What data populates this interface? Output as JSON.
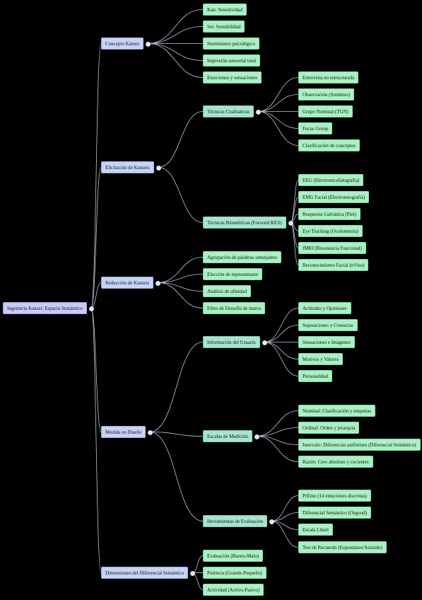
{
  "mindmap": {
    "root": {
      "label": "Ingeniería Kansei: Espacio Semántico",
      "children": [
        {
          "label": "Concepto Kansei",
          "children": [
            {
              "label": "Kan: Sensitividad"
            },
            {
              "label": "Sei: Sensibilidad"
            },
            {
              "label": "Sentimiento psicológico"
            },
            {
              "label": "Impresión sensorial total"
            },
            {
              "label": "Emociones y sensaciones"
            }
          ]
        },
        {
          "label": "Elicitación de Kanseis",
          "children": [
            {
              "label": "Técnicas Cualitativas",
              "children": [
                {
                  "label": "Entrevista no estructurada"
                },
                {
                  "label": "Observación (Sombreo)"
                },
                {
                  "label": "Grupo Nominal (TGN)"
                },
                {
                  "label": "Focus Group"
                },
                {
                  "label": "Clasificación de conceptos"
                }
              ]
            },
            {
              "label": "Técnicas Biométricas (Forward KES)",
              "children": [
                {
                  "label": "EEG (Electroencefalografía)"
                },
                {
                  "label": "EMG Facial (Electromiografía)"
                },
                {
                  "label": "Respuesta Galvánica (Piel)"
                },
                {
                  "label": "Eye Tracking (Oculometría)"
                },
                {
                  "label": "fMRI (Resonancia Funcional)"
                },
                {
                  "label": "Reconocimiento Facial (nViso)"
                }
              ]
            }
          ]
        },
        {
          "label": "Reducción de Kanseis",
          "children": [
            {
              "label": "Agrupación de palabras semejantes"
            },
            {
              "label": "Elección de representante"
            },
            {
              "label": "Análisis de afinidad"
            },
            {
              "label": "Filtro de filosofía de marca"
            }
          ]
        },
        {
          "label": "Medida en Diseño",
          "children": [
            {
              "label": "Información del Usuario",
              "children": [
                {
                  "label": "Actitudes y Opiniones"
                },
                {
                  "label": "Suposiciones y Creencias"
                },
                {
                  "label": "Sensaciones e Imágenes"
                },
                {
                  "label": "Motivos y Valores"
                },
                {
                  "label": "Personalidad"
                }
              ]
            },
            {
              "label": "Escalas de Medición",
              "children": [
                {
                  "label": "Nominal: Clasificación y etiquetas"
                },
                {
                  "label": "Ordinal: Orden y jerarquía"
                },
                {
                  "label": "Intervalo: Diferencias uniformes (Diferencial Semántico)"
                },
                {
                  "label": "Razón: Cero absoluto y cocientes"
                }
              ]
            },
            {
              "label": "Herramientas de Evaluación",
              "children": [
                {
                  "label": "PrEmo (14 emociones discretas)"
                },
                {
                  "label": "Diferencial Semántico (Osgood)"
                },
                {
                  "label": "Escala Likert"
                },
                {
                  "label": "Test de Recuerdo (Espontáneo/Asistido)"
                }
              ]
            }
          ]
        },
        {
          "label": "Dimensiones del Diferencial Semántico",
          "children": [
            {
              "label": "Evaluación (Bueno-Malo)"
            },
            {
              "label": "Potencia (Grande-Pequeño)"
            },
            {
              "label": "Actividad (Activo-Pasivo)"
            }
          ]
        }
      ]
    },
    "collapse_symbol": "‹",
    "colors": {
      "background": "#000000",
      "edge": "#c3c8dc",
      "root": "#c9cbf7",
      "level1": "#c6d3f4",
      "level2": "#a7e4cf",
      "leaf": "#aaf0c3"
    }
  }
}
